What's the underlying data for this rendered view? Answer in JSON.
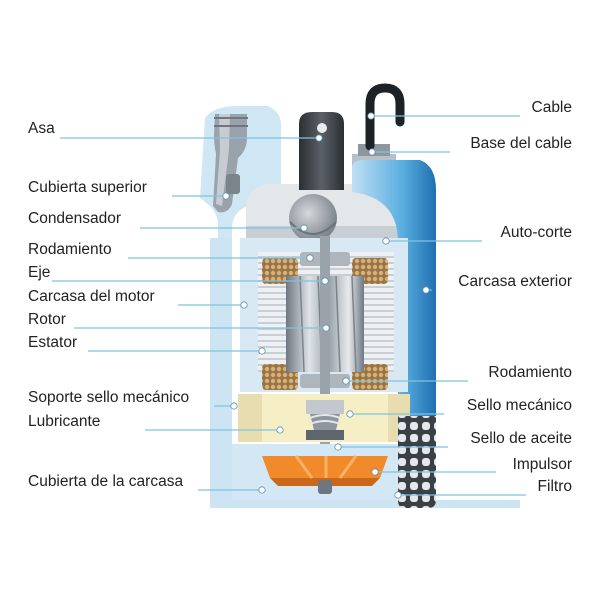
{
  "diagram": {
    "left_labels": [
      "Asa",
      "Cubierta superior",
      "Condensador",
      "Rodamiento",
      "Eje",
      "Carcasa del motor",
      "Rotor",
      "Estator",
      "Soporte sello mecánico",
      "Lubricante",
      "Cubierta de la carcasa"
    ],
    "right_labels": [
      "Cable",
      "Base del cable",
      "Auto-corte",
      "Carcasa exterior",
      "Rodamiento",
      "Sello mecánico",
      "Sello de aceite",
      "Impulsor",
      "Filtro"
    ]
  },
  "colors": {
    "leader_line": "#7fc3df",
    "marker": "#ffffff",
    "housing_blue": "#3a93cf",
    "housing_light": "#d6ecf8",
    "inner_gray": "#e9eef2",
    "lubricant": "#f6efc6",
    "impeller": "#f08a2a",
    "copper": "#b48a52",
    "label_text": "#222222"
  }
}
